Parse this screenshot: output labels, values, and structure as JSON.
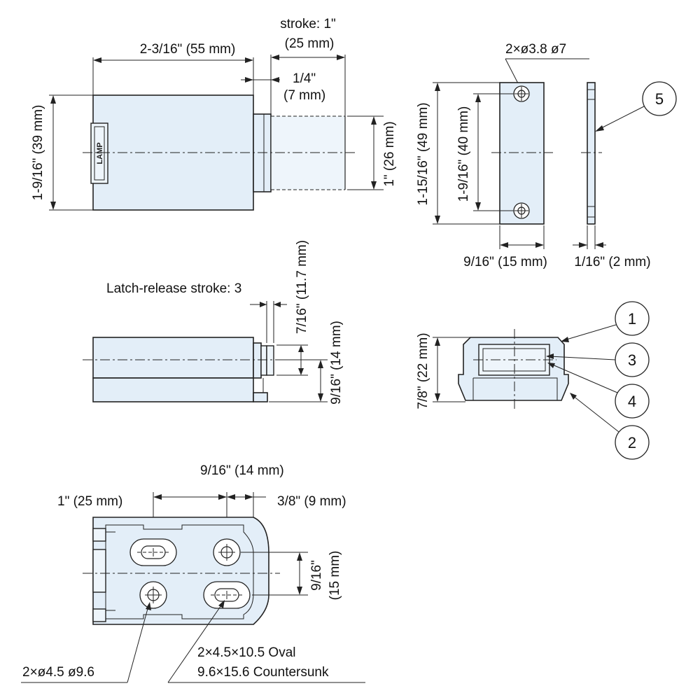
{
  "views": {
    "side": {
      "width": "2-3/16\" (55 mm)",
      "height": "1-9/16\" (39 mm)",
      "stroke_line1": "stroke: 1\"",
      "stroke_line2": "(25 mm)",
      "offset_line1": "1/4\"",
      "offset_line2": "(7 mm)",
      "plunger": "1\" (26 mm)",
      "logo": "LAMP"
    },
    "strike": {
      "holes": "2×ø3.8  ø7",
      "height": "1-15/16\" (49 mm)",
      "pitch": "1-9/16\" (40 mm)",
      "width": "9/16\" (15 mm)",
      "thickness": "1/16\" (2 mm)",
      "callout": "5"
    },
    "top": {
      "release": "Latch-release stroke: 3",
      "offset": "7/16\" (11.7 mm)",
      "height": "9/16\" (14 mm)"
    },
    "front": {
      "height": "7/8\" (22 mm)",
      "callouts": [
        "1",
        "3",
        "4",
        "2"
      ]
    },
    "bottom": {
      "spacing_x": "1\" (25 mm)",
      "spacing_small": "9/16\" (14 mm)",
      "edge": "3/8\" (9 mm)",
      "spacing_y_line1": "9/16\"",
      "spacing_y_line2": "(15 mm)",
      "holes_round": "2×ø4.5  ø9.6",
      "holes_oval_line1": "2×4.5×10.5 Oval",
      "holes_oval_line2": "9.6×15.6 Countersunk"
    }
  }
}
